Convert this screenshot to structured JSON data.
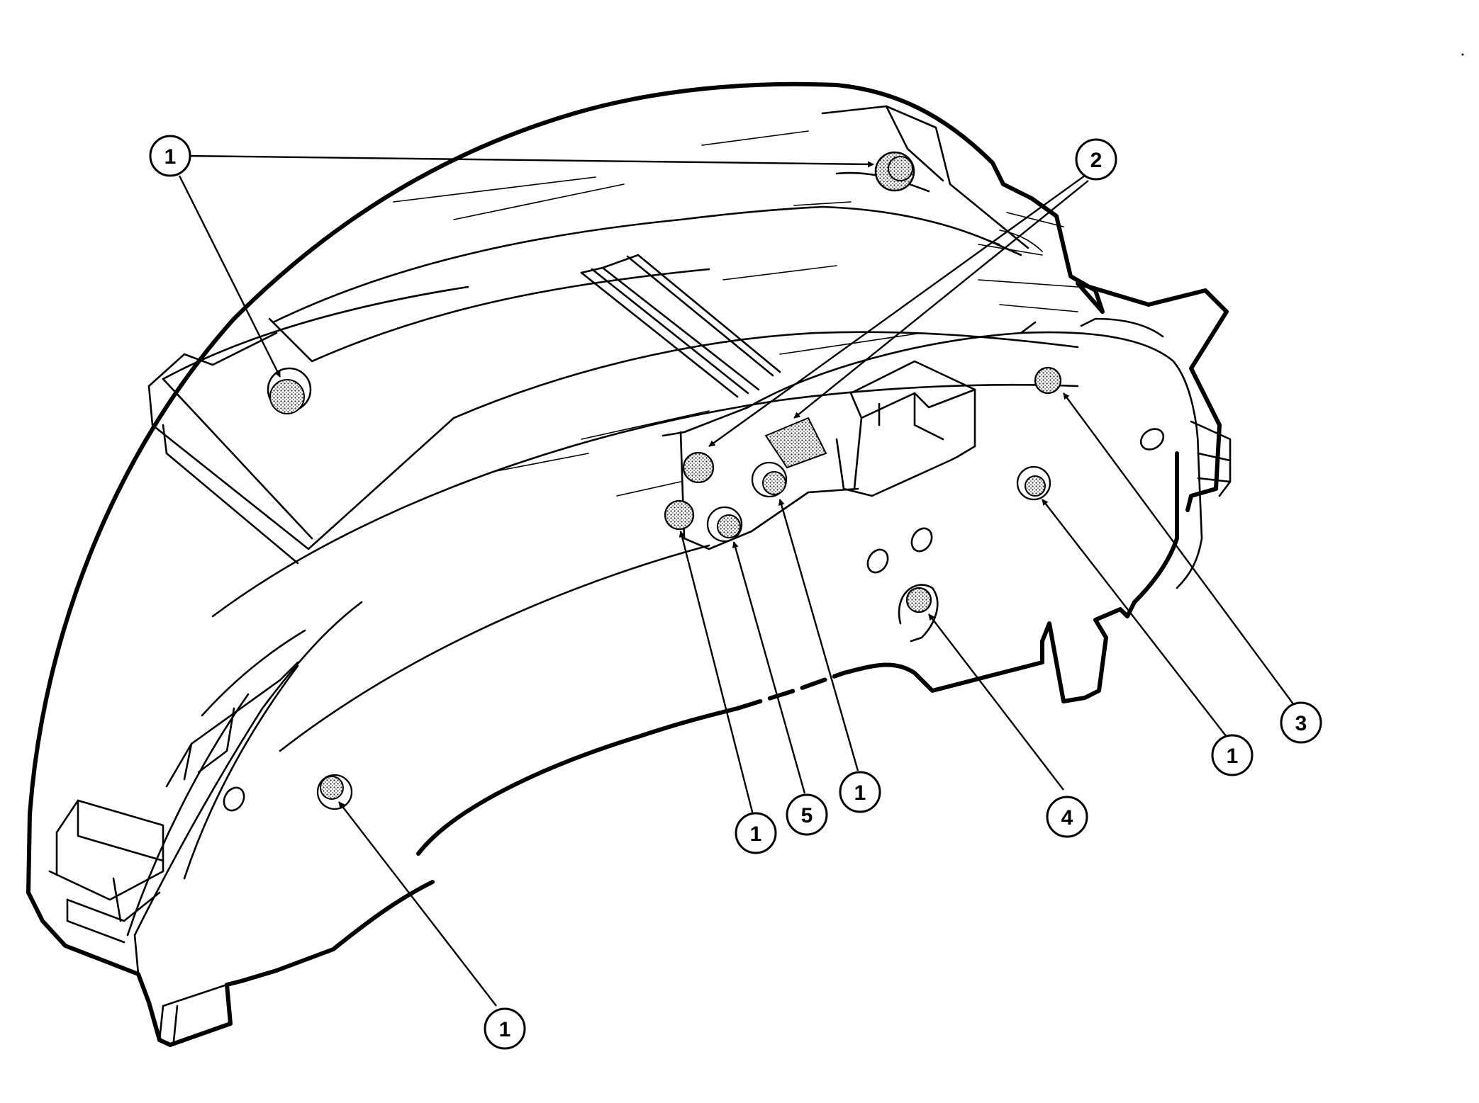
{
  "diagram": {
    "callouts": [
      {
        "id": "c1-top-left",
        "label": "1"
      },
      {
        "id": "c2-top",
        "label": "2"
      },
      {
        "id": "c3-right",
        "label": "3"
      },
      {
        "id": "c1-right",
        "label": "1"
      },
      {
        "id": "c4",
        "label": "4"
      },
      {
        "id": "c1-mid-right",
        "label": "1"
      },
      {
        "id": "c5",
        "label": "5"
      },
      {
        "id": "c1-mid-left",
        "label": "1"
      },
      {
        "id": "c1-bottom",
        "label": "1"
      }
    ],
    "colors": {
      "line": "#000000",
      "background": "#ffffff",
      "fastener_fill": "#b8b8b8"
    }
  }
}
